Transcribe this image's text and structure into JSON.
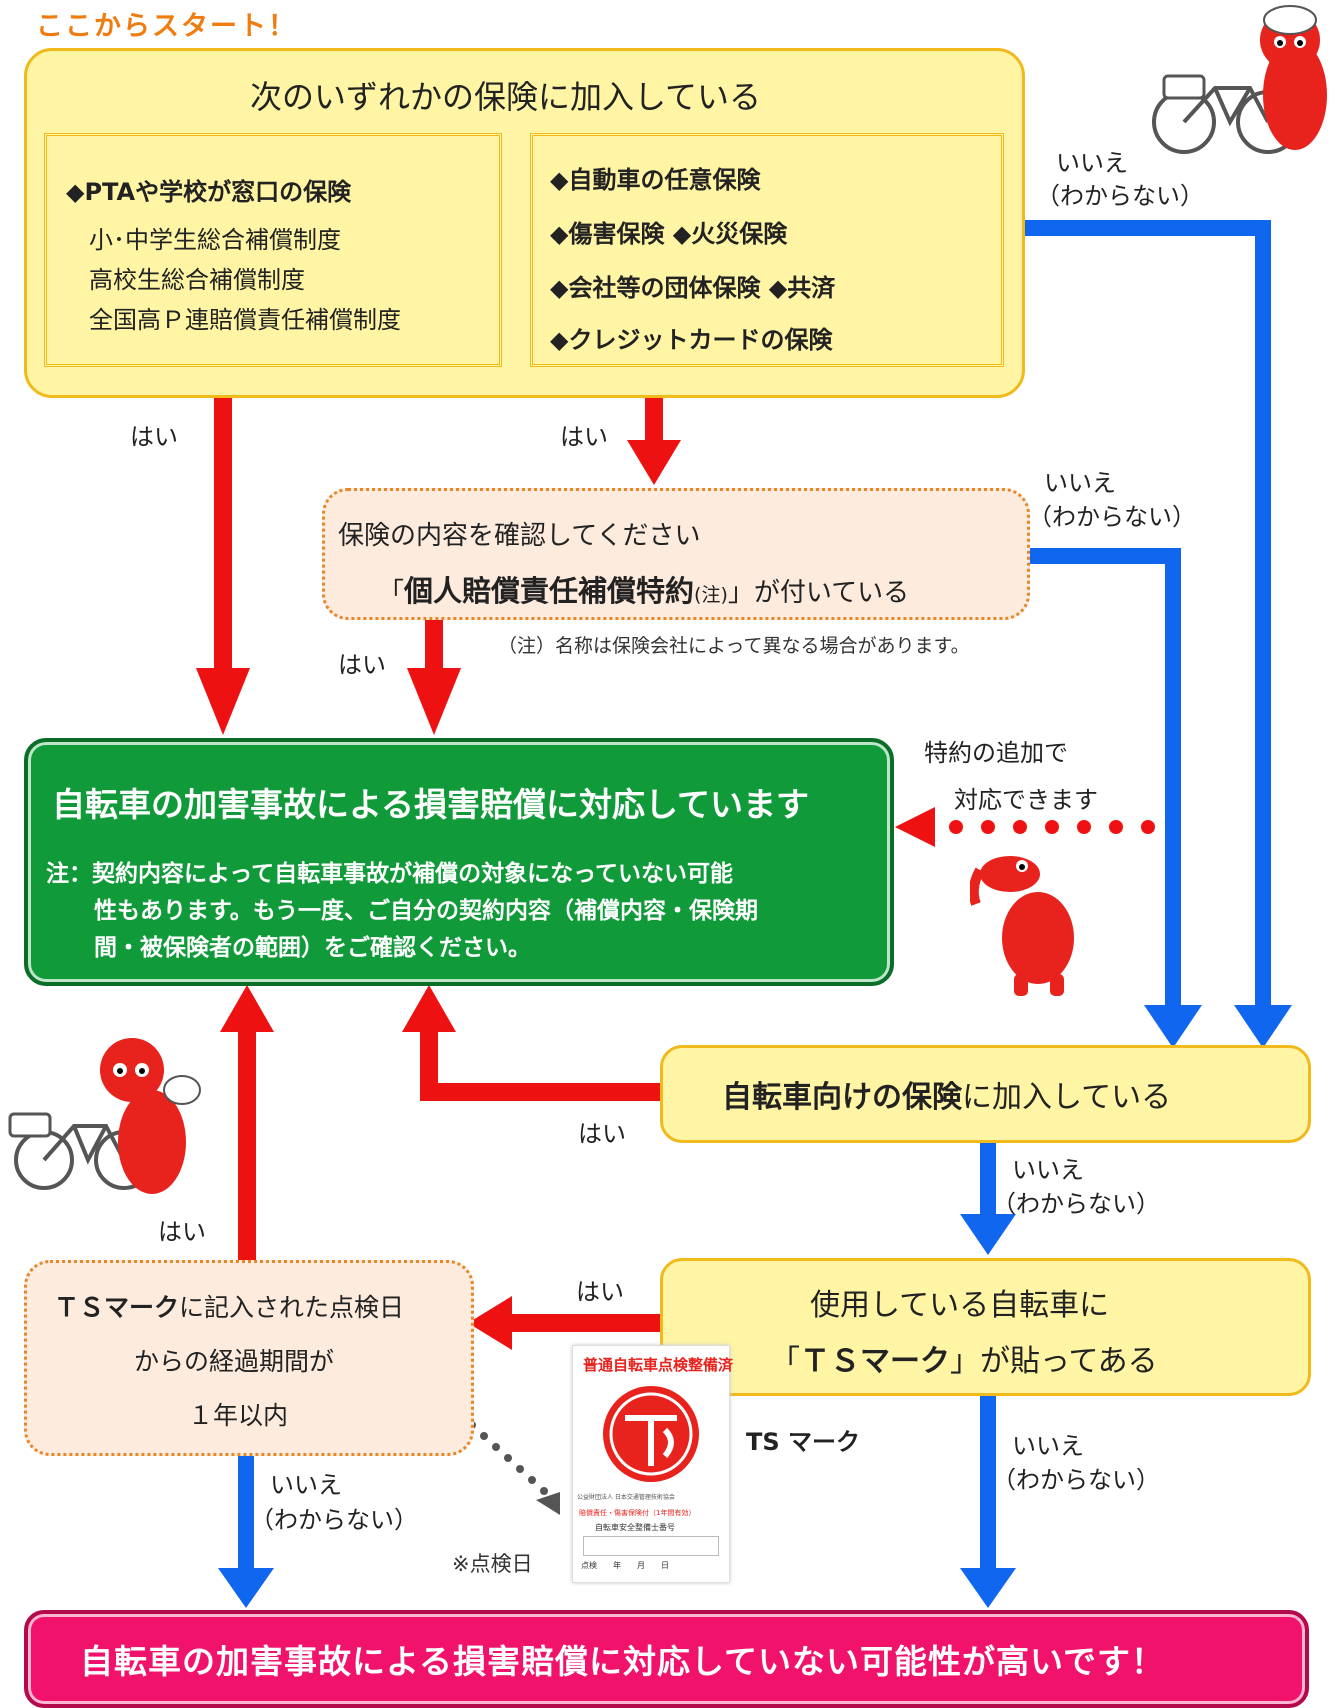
{
  "start": "ここからスタート！",
  "box1": {
    "title": "次のいずれかの保険に加入している",
    "left": {
      "heading": "◆PTAや学校が窓口の保険",
      "lines": [
        "小･中学生総合補償制度",
        "高校生総合補償制度",
        "全国高Ｐ連賠償責任補償制度"
      ]
    },
    "right": {
      "lines": [
        "◆自動車の任意保険",
        "◆傷害保険 ◆火災保険",
        "◆会社等の団体保険 ◆共済",
        "◆クレジットカードの保険"
      ]
    }
  },
  "box2": {
    "line1": "保険の内容を確認してください",
    "line2_open": "「",
    "line2_bold": "個人賠償責任補償特約",
    "line2_note": "(注)",
    "line2_rest": "」が付いている",
    "footnote": "（注）名称は保険会社によって異なる場合があります。"
  },
  "green": {
    "title": "自転車の加害事故による損害賠償に対応しています",
    "note_line1": "注：契約内容によって自転車事故が補償の対象になっていない可能",
    "note_line2": "性もあります。もう一度、ご自分の契約内容（補償内容・保険期",
    "note_line3": "間・被保険者の範囲）をご確認ください。"
  },
  "rider": {
    "line1": "特約の追加で",
    "line2": "対応できます"
  },
  "box3": {
    "bold": "自転車向けの保険",
    "rest": "に加入している"
  },
  "box4": {
    "line1": "使用している自転車に",
    "line2_open": "「",
    "line2_bold": "ＴＳマーク",
    "line2_rest": "」が貼ってある"
  },
  "box5": {
    "line1_bold": "ＴＳマーク",
    "line1_rest": "に記入された点検日",
    "line2": "からの経過期間が",
    "line3": "１年以内"
  },
  "ts_mark_label": "TS マーク",
  "sticker": {
    "top_text": "普通自転車点検整備済",
    "middle_text": "公益財団法人 日本交通管理技術協会",
    "red_text": "賠償責任・傷害保険付（1年間有効）",
    "bottom_text": "自転車安全整備士番号",
    "date_row": "点検　　年　　月　　日"
  },
  "check_date_note": "※点検日",
  "pink": {
    "title": "自転車の加害事故による損害賠償に対応していない可能性が高いです！"
  },
  "labels": {
    "yes": "はい",
    "no_line1": "いいえ",
    "no_line2": "（わからない）"
  },
  "colors": {
    "red": "#ee1111",
    "blue": "#1166f0",
    "green": "#119a3a",
    "pink": "#f0126b",
    "yellow": "#fff5a5",
    "orange": "#f07c10"
  }
}
